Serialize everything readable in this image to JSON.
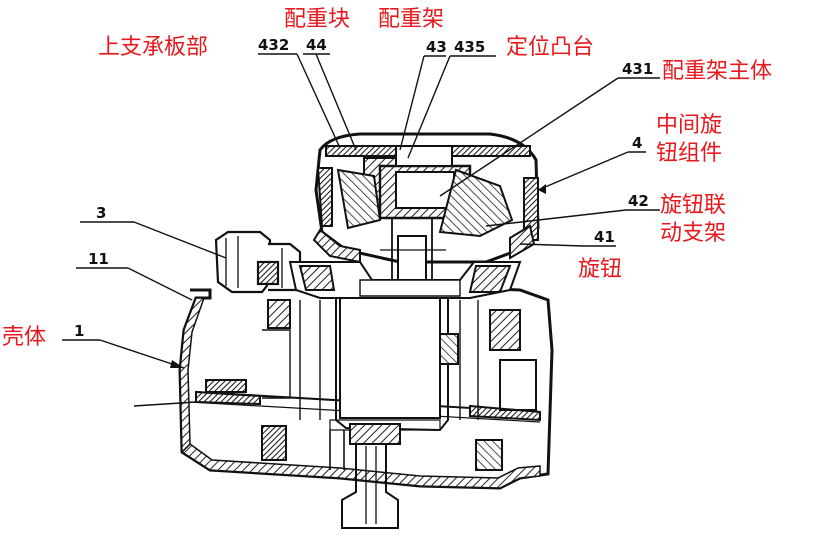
{
  "colors": {
    "label_red": "#e8181c",
    "line_black": "#111111",
    "hatch_dark": "#333333",
    "background": "#ffffff"
  },
  "labels": {
    "counterweight_block": "配重块",
    "counterweight_frame": "配重架",
    "upper_support_plate": "上支承板部",
    "positioning_boss": "定位凸台",
    "counterweight_frame_body": "配重架主体",
    "middle_knob_assembly_line1": "中间旋",
    "middle_knob_assembly_line2": "钮组件",
    "knob_linkage_bracket_line1": "旋钮联",
    "knob_linkage_bracket_line2": "动支架",
    "knob": "旋钮",
    "housing": "壳体"
  },
  "numbers": {
    "n432": "432",
    "n44": "44",
    "n43": "43",
    "n435": "435",
    "n431": "431",
    "n4": "4",
    "n42": "42",
    "n41": "41",
    "n3": "3",
    "n11": "11",
    "n1": "1"
  }
}
